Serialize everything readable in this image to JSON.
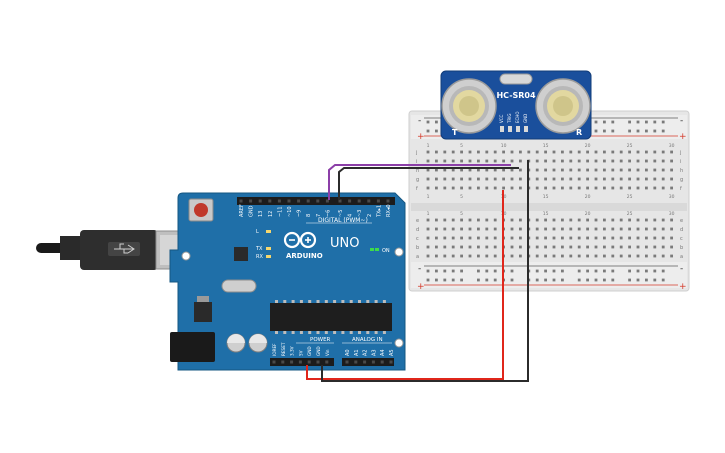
{
  "sensor": {
    "model": "HC-SR04",
    "pins": [
      "VCC",
      "TRIG",
      "ECHO",
      "GND"
    ],
    "left_mark": "T",
    "right_mark": "R"
  },
  "arduino": {
    "brand": "ARDUINO",
    "model": "UNO",
    "digital_header_label": "DIGITAL (PWM~)",
    "digital_pins": [
      "AREF",
      "GND",
      "13",
      "12",
      "~11",
      "~10",
      "~9",
      "8",
      "7",
      "~6",
      "~5",
      "4",
      "~3",
      "2",
      "TX▸1",
      "RX◂0"
    ],
    "power_header_label": "POWER",
    "power_pins": [
      "IOREF",
      "RESET",
      "3.3V",
      "5V",
      "GND",
      "GND",
      "Vin"
    ],
    "analog_header_label": "ANALOG IN",
    "analog_pins": [
      "A0",
      "A1",
      "A2",
      "A3",
      "A4",
      "A5"
    ],
    "led_labels": [
      "L",
      "TX",
      "RX"
    ],
    "on_label": "ON"
  },
  "breadboard": {
    "row_letters_top": [
      "j",
      "i",
      "h",
      "g",
      "f"
    ],
    "row_letters_bottom": [
      "e",
      "d",
      "c",
      "b",
      "a"
    ],
    "column_numbers": [
      "1",
      "",
      "",
      "",
      "5",
      "",
      "",
      "",
      "",
      "10",
      "",
      "",
      "",
      "",
      "15",
      "",
      "",
      "",
      "",
      "20",
      "",
      "",
      "",
      "",
      "25",
      "",
      "",
      "",
      "",
      "30"
    ],
    "rail_plus": "+",
    "rail_minus": "-"
  },
  "wire_colors": {
    "red": "#e0261b",
    "black": "#2b2b2b",
    "purple": "#8c3fa8"
  },
  "colors": {
    "board_blue": "#1f6fa8",
    "sensor_blue": "#1a4f9c",
    "breadboard": "#e8e8e8"
  }
}
